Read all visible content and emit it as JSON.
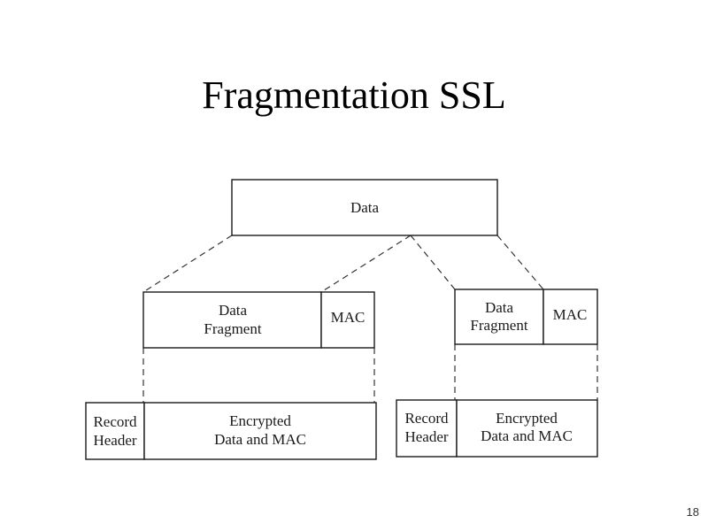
{
  "slide": {
    "title": "Fragmentation SSL",
    "number": "18"
  },
  "diagram": {
    "data_box": "Data",
    "left": {
      "fragment_line1": "Data",
      "fragment_line2": "Fragment",
      "mac": "MAC",
      "record_line1": "Record",
      "record_line2": "Header",
      "encrypted_line1": "Encrypted",
      "encrypted_line2": "Data and MAC"
    },
    "right": {
      "fragment_line1": "Data",
      "fragment_line2": "Fragment",
      "mac": "MAC",
      "record_line1": "Record",
      "record_line2": "Header",
      "encrypted_line1": "Encrypted",
      "encrypted_line2": "Data and MAC"
    }
  }
}
